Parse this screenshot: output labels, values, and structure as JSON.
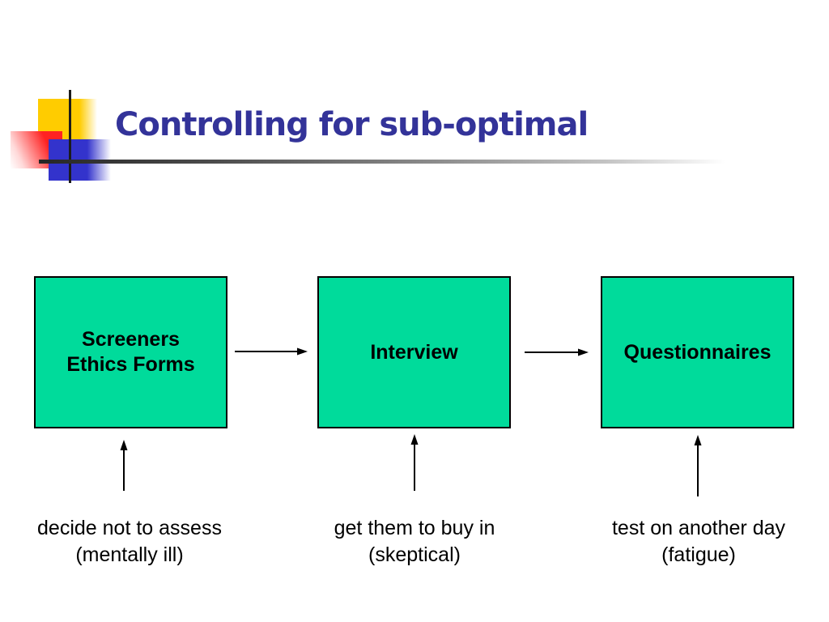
{
  "slide": {
    "title": "Controlling for sub-optimal",
    "colors": {
      "title": "#333399",
      "box_fill": "#00DB9B",
      "box_border": "#000000",
      "logo_yellow": "#FFCC00",
      "logo_red": "#FF2222",
      "logo_blue": "#3333CC"
    },
    "icons": {
      "flow_arrow": "→",
      "up_arrow": "↑"
    },
    "boxes": [
      {
        "label_lines": [
          "Screeners",
          "Ethics Forms"
        ]
      },
      {
        "label_lines": [
          "Interview"
        ]
      },
      {
        "label_lines": [
          "Questionnaires"
        ]
      }
    ],
    "notes": [
      {
        "lines": [
          "decide not to assess",
          "(mentally ill)"
        ]
      },
      {
        "lines": [
          "get them to buy in",
          "(skeptical)"
        ]
      },
      {
        "lines": [
          "test on another day",
          "(fatigue)"
        ]
      }
    ]
  }
}
